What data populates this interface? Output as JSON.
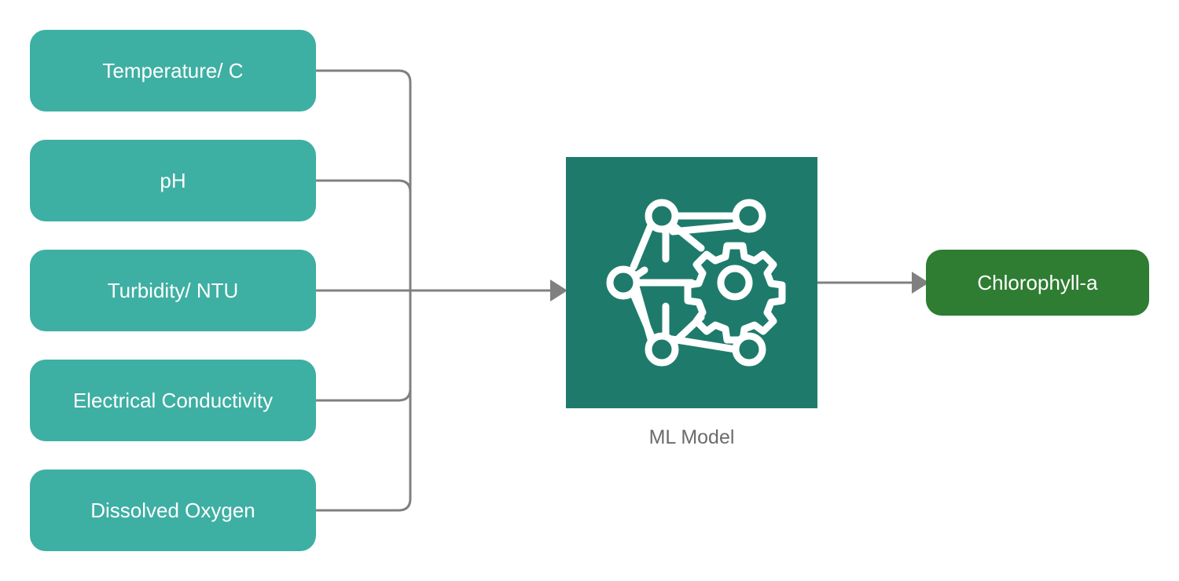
{
  "colors": {
    "input_fill": "#3eafa3",
    "model_fill": "#1e7b6b",
    "output_fill": "#2e7d32",
    "connector": "#808080",
    "icon": "#ffffff"
  },
  "inputs": [
    {
      "label": "Temperature/ C"
    },
    {
      "label": "pH"
    },
    {
      "label": "Turbidity/ NTU"
    },
    {
      "label": "Electrical Conductivity"
    },
    {
      "label": "Dissolved Oxygen"
    }
  ],
  "model": {
    "label": "ML Model",
    "icon": "neural-network-gear-icon"
  },
  "output": {
    "label": "Chlorophyll-a"
  }
}
